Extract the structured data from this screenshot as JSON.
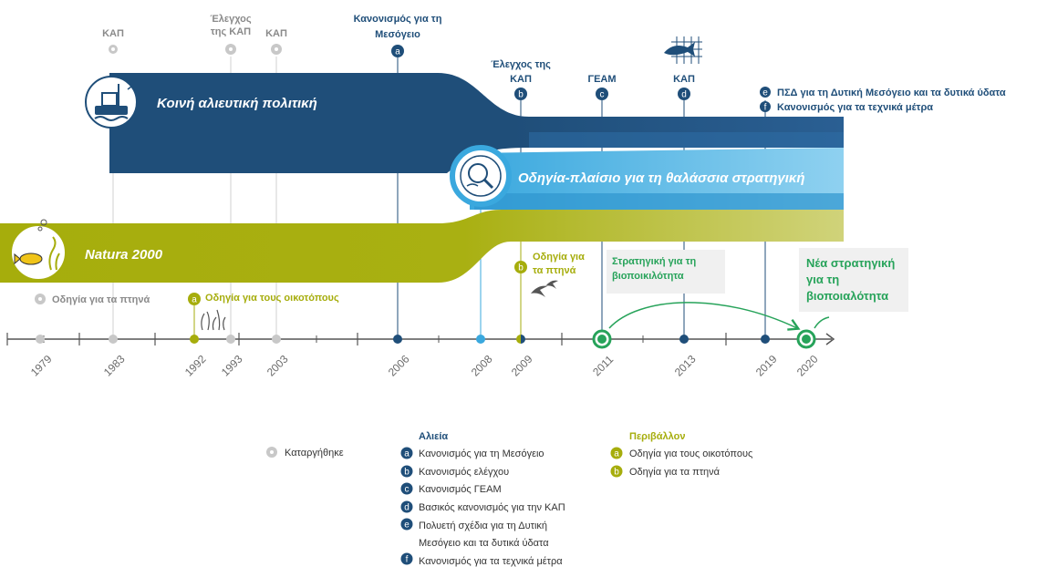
{
  "colors": {
    "fisheries": "#1f4e79",
    "fisheries_mid": "#2e6ea6",
    "marine": "#3aa8de",
    "marine_light": "#8fd1f0",
    "environment": "#a6ad0c",
    "environment_light": "#d2d47a",
    "repealed": "#c8c8c8",
    "green": "#27a35a",
    "axis": "#555555"
  },
  "bands": {
    "cfp": "Κοινή αλιευτική πολιτική",
    "msfd": "Οδηγία-πλαίσιο για τη θαλάσσια στρατηγική",
    "natura": "Natura 2000"
  },
  "icons": {
    "cfp": "fishing-boat-icon",
    "msfd": "magnifier-globe-icon",
    "natura": "fish-seaweed-icon",
    "fish_net": "fish-in-net-icon",
    "birds": "birds-icon",
    "seaweed": "seaweed-icon"
  },
  "years": [
    "1979",
    "1983",
    "1992",
    "1993",
    "2003",
    "2006",
    "2008",
    "2009",
    "2011",
    "2013",
    "2019",
    "2020"
  ],
  "events_top": {
    "kap_1983": "ΚΑΠ",
    "elegxos_1993_l1": "Έλεγχος",
    "elegxos_1993_l2": "της ΚΑΠ",
    "kap_2003": "ΚΑΠ",
    "med_2006_l1": "Κανονισμός για τη",
    "med_2006_l2": "Μεσόγειο",
    "elegxos_2009_l1": "Έλεγχος της",
    "elegxos_2009_l2": "ΚΑΠ",
    "geam_2011": "ΓΕΑΜ",
    "kap_2013": "ΚΑΠ",
    "e_2019": "ΠΣΔ για τη Δυτική Μεσόγειο και τα δυτικά ύδατα",
    "f_2019": "Κανονισμός για τα τεχνικά μέτρα"
  },
  "events_bottom": {
    "birds_1979": "Οδηγία για τα πτηνά",
    "habitats_1992": "Οδηγία για τους οικοτόπους",
    "birds_2009_l1": "Οδηγία για",
    "birds_2009_l2": "τα πτηνά",
    "bio_2011_l1": "Στρατηγική για τη",
    "bio_2011_l2": "βιοποικιλότητα",
    "bio_2020_l1": "Νέα στρατηγική",
    "bio_2020_l2": "για τη",
    "bio_2020_l3": "βιοποιαλότητα"
  },
  "markers": {
    "a": "a",
    "b": "b",
    "c": "c",
    "d": "d",
    "e": "e",
    "f": "f"
  },
  "legend": {
    "repealed": "Καταργήθηκε",
    "fisheries_title": "Αλιεία",
    "fisheries_items": [
      {
        "key": "a",
        "text": "Κανονισμός για τη Μεσόγειο"
      },
      {
        "key": "b",
        "text": "Κανονισμός ελέγχου"
      },
      {
        "key": "c",
        "text": "Κανονισμός ΓΕΑΜ"
      },
      {
        "key": "d",
        "text": "Βασικός κανονισμός για την ΚΑΠ"
      },
      {
        "key": "e",
        "text_l1": "Πολυετή σχέδια για τη Δυτική",
        "text_l2": "Μεσόγειο και τα δυτικά ύδατα"
      },
      {
        "key": "f",
        "text": "Κανονισμός για τα τεχνικά μέτρα"
      }
    ],
    "environment_title": "Περιβάλλον",
    "environment_items": [
      {
        "key": "a",
        "text": "Οδηγία για τους οικοτόπους"
      },
      {
        "key": "b",
        "text": "Οδηγία για τα πτηνά"
      }
    ]
  }
}
